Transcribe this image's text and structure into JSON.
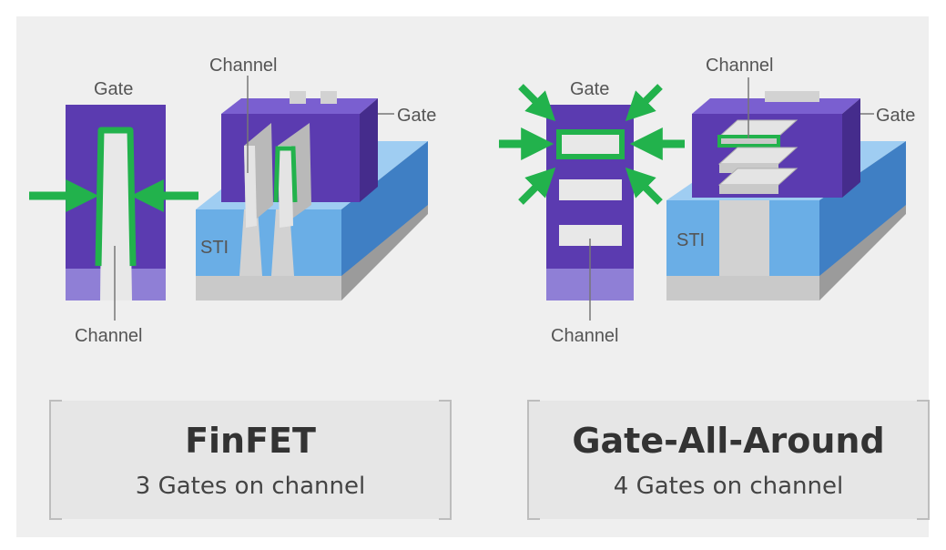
{
  "finfet": {
    "cross_section": {
      "gate_label": "Gate",
      "channel_label": "Channel"
    },
    "iso": {
      "channel_label": "Channel",
      "gate_label": "Gate",
      "sti_label": "STI"
    },
    "card": {
      "title": "FinFET",
      "subtitle": "3 Gates on channel"
    }
  },
  "gaa": {
    "cross_section": {
      "gate_label": "Gate",
      "channel_label": "Channel"
    },
    "iso": {
      "channel_label": "Channel",
      "gate_label": "Gate",
      "sti_label": "STI"
    },
    "card": {
      "title": "Gate-All-Around",
      "subtitle": "4 Gates on channel"
    }
  },
  "colors": {
    "gate_purple": "#5b3bb0",
    "gate_purple_dark": "#452c8c",
    "gate_light": "#8f7fd6",
    "channel_green": "#22b24c",
    "sti_blue": "#6aaee6",
    "sti_blue_dark": "#3f7fc4",
    "substrate_gray": "#c9c9c9",
    "panel_bg": "#efefef",
    "card_bg": "#e6e6e6"
  },
  "icons": [
    "arrow-right-icon",
    "arrow-left-icon",
    "arrow-diagonal-icon"
  ]
}
